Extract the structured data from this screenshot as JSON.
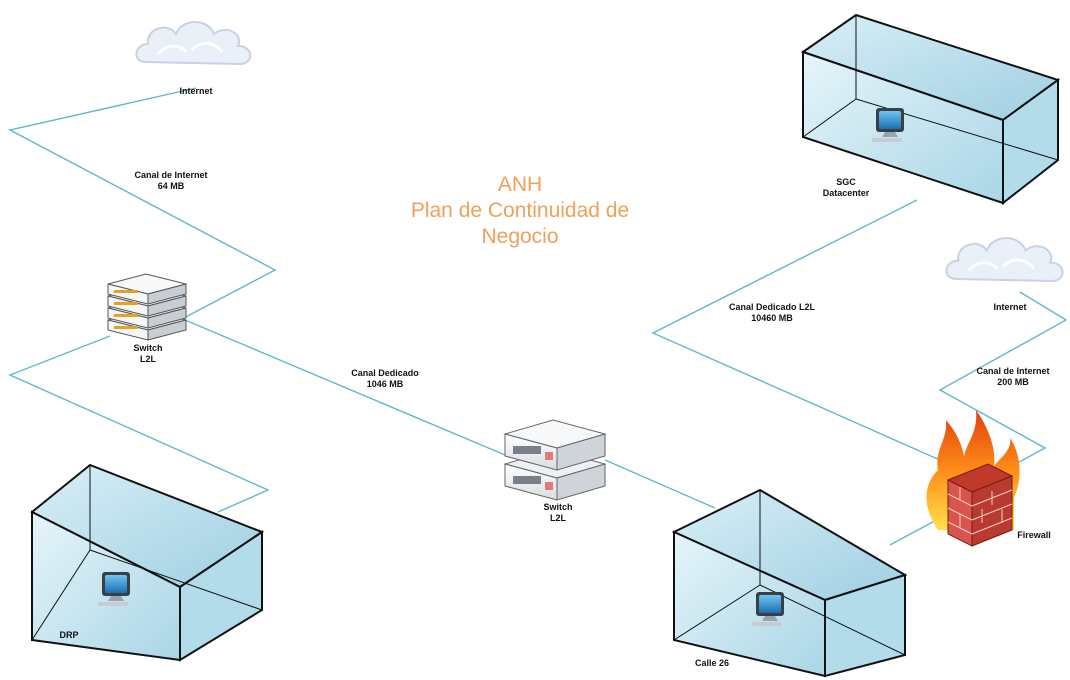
{
  "title": {
    "line1": "ANH",
    "line2": "Plan de Continuidad de",
    "line3": "Negocio",
    "color": "#f0a05a"
  },
  "colors": {
    "link": "#5fb8cf",
    "building_fill": "#c8e8f2",
    "building_stroke": "#111111",
    "cloud": "#dfe7f3"
  },
  "nodes": {
    "internet_top": {
      "label": "Internet",
      "icon": "cloud-icon"
    },
    "internet_right": {
      "label": "Internet",
      "icon": "cloud-icon"
    },
    "switch_left": {
      "label": "Switch\nL2L",
      "icon": "switch-stack-icon"
    },
    "switch_center": {
      "label": "Switch\nL2L",
      "icon": "switch-icon"
    },
    "sgc": {
      "label": "SGC\nDatacenter",
      "icon": "building-icon"
    },
    "drp": {
      "label": "DRP",
      "icon": "building-icon"
    },
    "calle": {
      "label": "Calle 26",
      "icon": "building-icon"
    },
    "firewall": {
      "label": "Firewall",
      "icon": "firewall-icon"
    }
  },
  "links": {
    "canal_internet_64": "Canal de Internet\n64 MB",
    "canal_dedicado": "Canal Dedicado\n1046 MB",
    "canal_dedicado_l2l": "Canal Dedicado L2L\n10460 MB",
    "canal_internet_200": "Canal de Internet\n200 MB"
  }
}
